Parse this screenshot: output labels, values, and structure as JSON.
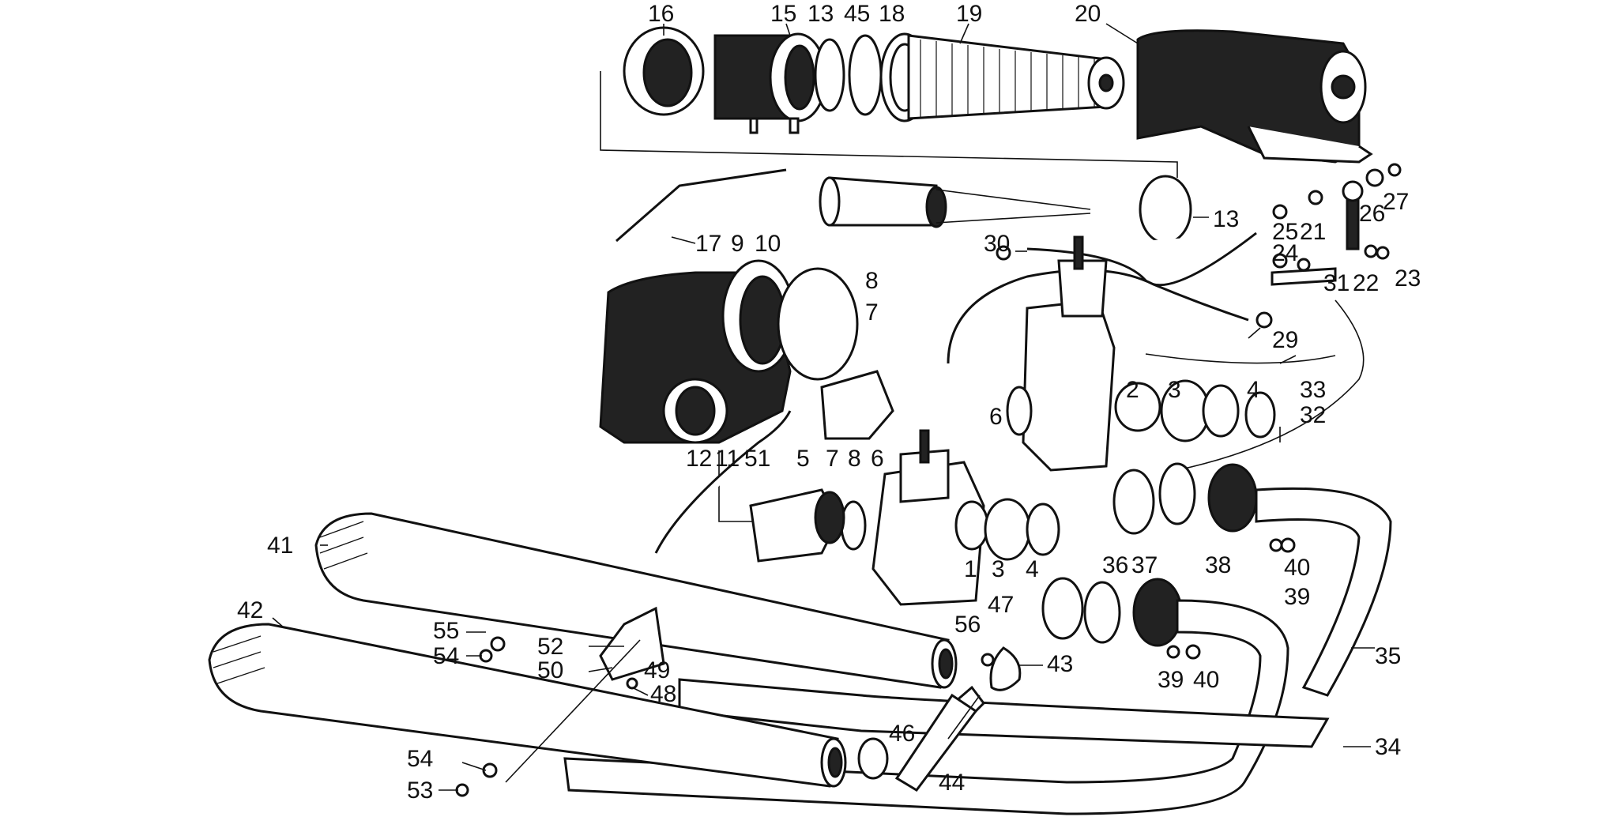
{
  "diagram": {
    "labels": [
      "16",
      "15",
      "13",
      "45",
      "18",
      "19",
      "20",
      "13",
      "17",
      "9",
      "10",
      "30",
      "25",
      "21",
      "24",
      "26",
      "27",
      "31",
      "22",
      "23",
      "29",
      "8",
      "7",
      "2",
      "3",
      "4",
      "6",
      "33",
      "32",
      "12",
      "11",
      "51",
      "5",
      "7",
      "8",
      "6",
      "1",
      "3",
      "4",
      "36",
      "37",
      "38",
      "40",
      "39",
      "41",
      "42",
      "55",
      "54",
      "52",
      "50",
      "49",
      "48",
      "56",
      "47",
      "43",
      "39",
      "40",
      "35",
      "34",
      "46",
      "44",
      "54",
      "53"
    ]
  }
}
